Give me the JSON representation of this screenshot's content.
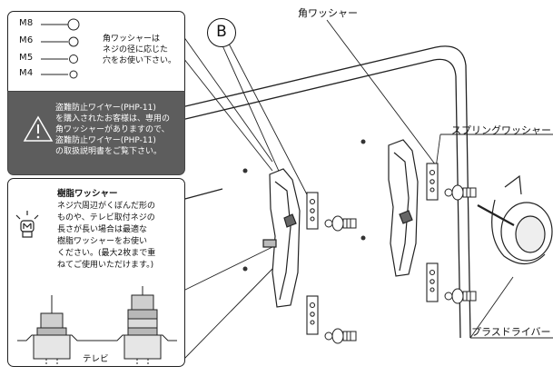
{
  "hole_sizes": {
    "labels": [
      "M8",
      "M6",
      "M5",
      "M4"
    ],
    "note_lines": [
      "角ワッシャーは",
      "ネジの径に応じた",
      "穴をお使い下さい。"
    ]
  },
  "warning": {
    "lines": [
      "盗難防止ワイヤー(PHP-11)",
      "を購入されたお客様は、専用の",
      "角ワッシャーがありますので、",
      "盗難防止ワイヤー(PHP-11)",
      "の取扱説明書をご覧下さい。"
    ]
  },
  "resin_washer": {
    "title": "樹脂ワッシャー",
    "lines": [
      "ネジ穴周辺がくぼんだ形の",
      "ものや、テレビ取付ネジの",
      "長さが長い場合は最適な",
      "樹脂ワッシャーをお使い",
      "ください。(最大2枚まで重",
      "ねてご使用いただけます。)"
    ],
    "tv_label": "テレビ"
  },
  "callouts": {
    "circle_b": "B",
    "square_washer": "角ワッシャー",
    "spring_washer": "スプリングワッシャー",
    "screwdriver": "プラスドライバー"
  }
}
